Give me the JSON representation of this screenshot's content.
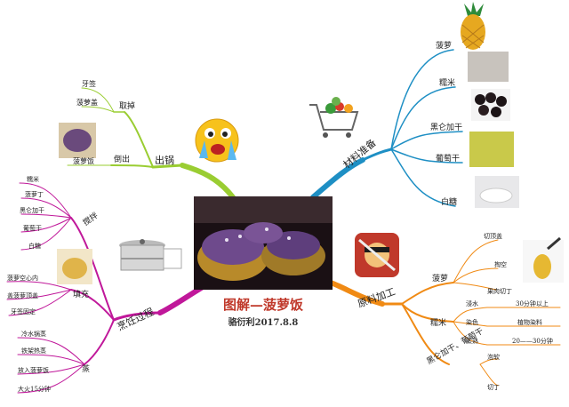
{
  "center": {
    "title": "图解—菠萝饭",
    "author_date": "骆衍利2017.8.8"
  },
  "branches": {
    "cook": {
      "label": "出锅",
      "color": "#9acd32",
      "children": [
        {
          "label": "取掉",
          "leaves": [
            "牙签",
            "菠萝盖"
          ]
        },
        {
          "label": "倒出",
          "leaves": [
            "菠萝饭"
          ]
        }
      ]
    },
    "materials": {
      "label": "材料准备",
      "color": "#1e8fc4",
      "items": [
        "菠萝",
        "糯米",
        "黑仑加干",
        "葡萄干",
        "白糖"
      ]
    },
    "process_raw": {
      "label": "原料加工",
      "color": "#f08a14",
      "children": [
        {
          "label": "菠萝",
          "leaves": [
            "切顶盖",
            "掏空",
            "果肉切丁"
          ]
        },
        {
          "label": "糯米",
          "leaves": [
            {
              "label": "浸水",
              "detail": "30分钟以上"
            },
            {
              "label": "染色",
              "detail": "植物染料"
            },
            {
              "label": "蒸熟",
              "detail": "20——30分钟"
            }
          ]
        },
        {
          "label": "黑仑加干、葡萄干",
          "leaves": [
            "泡软",
            "切丁"
          ]
        }
      ]
    },
    "cooking": {
      "label": "烹饪过程",
      "color": "#c0189a",
      "children": [
        {
          "label": "搅拌",
          "leaves": [
            "糯米",
            "菠萝丁",
            "黑仑加干",
            "葡萄干",
            "白糖"
          ]
        },
        {
          "label": "填充",
          "leaves": [
            "菠萝空心内",
            "盖菠萝顶盖",
            "牙签固定"
          ]
        },
        {
          "label": "蒸",
          "leaves": [
            "冷水锅蒸",
            "铁架热蒸",
            "放入菠萝饭",
            "大火15分钟"
          ]
        }
      ]
    }
  },
  "icons": [
    "pineapple-image",
    "rice-image",
    "blackcurrant-image",
    "raisin-image",
    "sugar-image",
    "shopping-cart-icon",
    "crying-emoji-icon",
    "steamer-pot-icon",
    "fruit-ninja-icon",
    "pineapple-rice-photo",
    "rice-bowl-photo",
    "cut-pineapple-photo"
  ]
}
